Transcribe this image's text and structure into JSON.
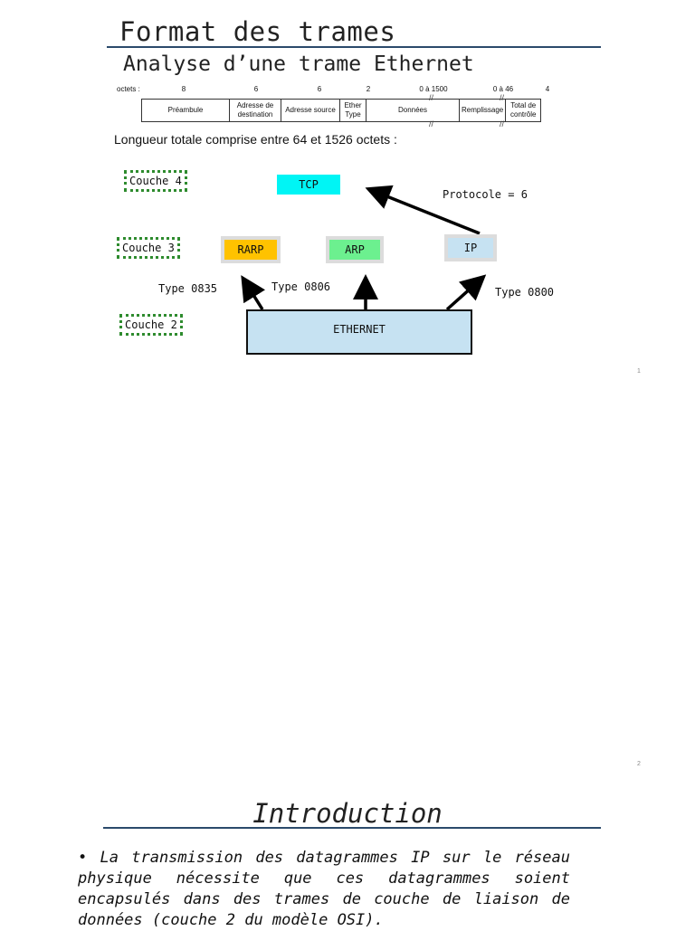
{
  "slide1": {
    "title": "Format des trames",
    "subtitle": "Analyse d’une trame Ethernet",
    "octets_label": "octets :",
    "octet_counts": [
      "8",
      "6",
      "6",
      "2",
      "0 à 1500",
      "0 à 46",
      "4"
    ],
    "fields": [
      "Préambule",
      "Adresse de destination",
      "Adresse source",
      "Ether Type",
      "Données",
      "Remplissage",
      "Total de contrôle"
    ],
    "length_note": "Longueur totale comprise entre 64 et 1526 octets :",
    "layers": {
      "couche4": "Couche 4",
      "couche3": "Couche 3",
      "couche2": "Couche 2"
    },
    "protocols": {
      "tcp": "TCP",
      "rarp": "RARP",
      "arp": "ARP",
      "ip": "IP",
      "ethernet": "ETHERNET"
    },
    "colors": {
      "tcp": "#00f5f5",
      "rarp": "#ffc200",
      "arp": "#6cf08f",
      "ip": "#c6e2f2",
      "ethernet": "#c6e2f2",
      "layer_border": "#2e8b2e",
      "rule": "#2b4a6b"
    },
    "labels": {
      "protocole": "Protocole = 6",
      "type_rarp": "Type 0835",
      "type_arp": "Type 0806",
      "type_ip": "Type 0800"
    },
    "page_number": "1"
  },
  "slide2": {
    "page_number": "2",
    "title": "Introduction",
    "bullet": "La transmission des datagrammes IP sur le réseau physique nécessite que ces datagrammes soient encapsulés dans des trames de couche de liaison de données (couche 2 du modèle OSI)."
  }
}
